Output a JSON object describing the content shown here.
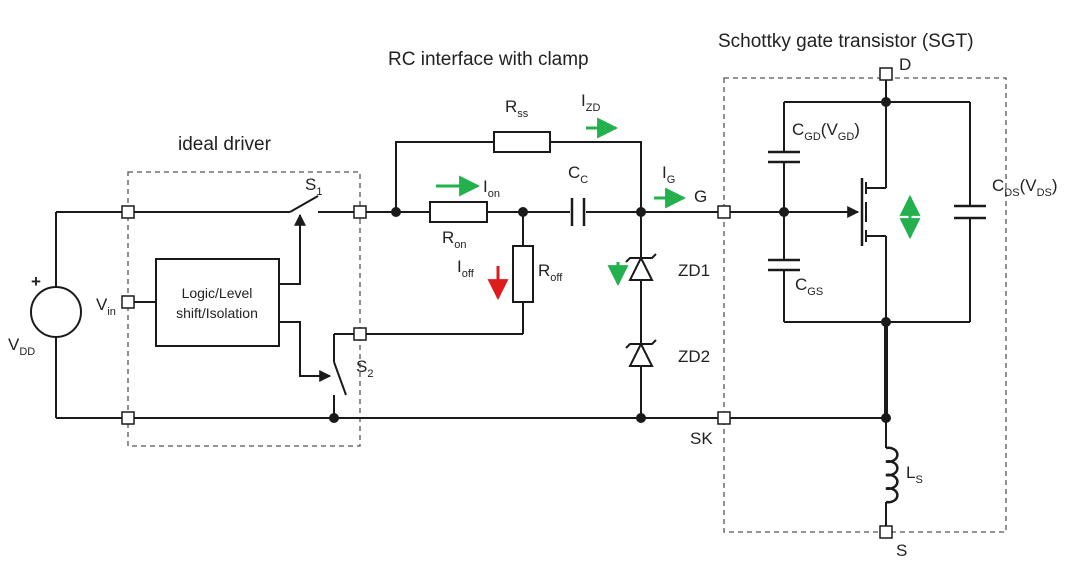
{
  "titles": {
    "ideal_driver": "ideal driver",
    "rc_interface": "RC interface with clamp",
    "sgt": "Schottky gate transistor (SGT)"
  },
  "source": {
    "plus": "+",
    "main": "V",
    "sub": "DD"
  },
  "vin": {
    "main": "V",
    "sub": "in"
  },
  "logic_box": {
    "line1": "Logic/Level",
    "line2": "shift/Isolation"
  },
  "s1": {
    "main": "S",
    "sub": "1"
  },
  "s2": {
    "main": "S",
    "sub": "2"
  },
  "r_ss": {
    "main": "R",
    "sub": "ss"
  },
  "r_on": {
    "main": "R",
    "sub": "on"
  },
  "r_off": {
    "main": "R",
    "sub": "off"
  },
  "i_on": {
    "main": "I",
    "sub": "on"
  },
  "i_off": {
    "main": "I",
    "sub": "off"
  },
  "i_zd": {
    "main": "I",
    "sub": "ZD"
  },
  "i_g": {
    "main": "I",
    "sub": "G"
  },
  "c_c": {
    "main": "C",
    "sub": "C"
  },
  "zd1": "ZD1",
  "zd2": "ZD2",
  "terminals": {
    "g": "G",
    "sk": "SK",
    "d": "D",
    "s": "S"
  },
  "c_gd": {
    "main": "C",
    "sub": "GD",
    "tail_open": "(V",
    "tail_sub": "GD",
    "tail_close": ")"
  },
  "c_gs": {
    "main": "C",
    "sub": "GS"
  },
  "c_ds": {
    "main": "C",
    "sub": "DS",
    "tail_open": "(V",
    "tail_sub": "DS",
    "tail_close": ")"
  },
  "l_s": {
    "main": "L",
    "sub": "S"
  },
  "colors": {
    "wire": "#1a1a1a",
    "green_arrow": "#22b14c",
    "red_arrow": "#e01b1b",
    "dashed": "#555555"
  }
}
